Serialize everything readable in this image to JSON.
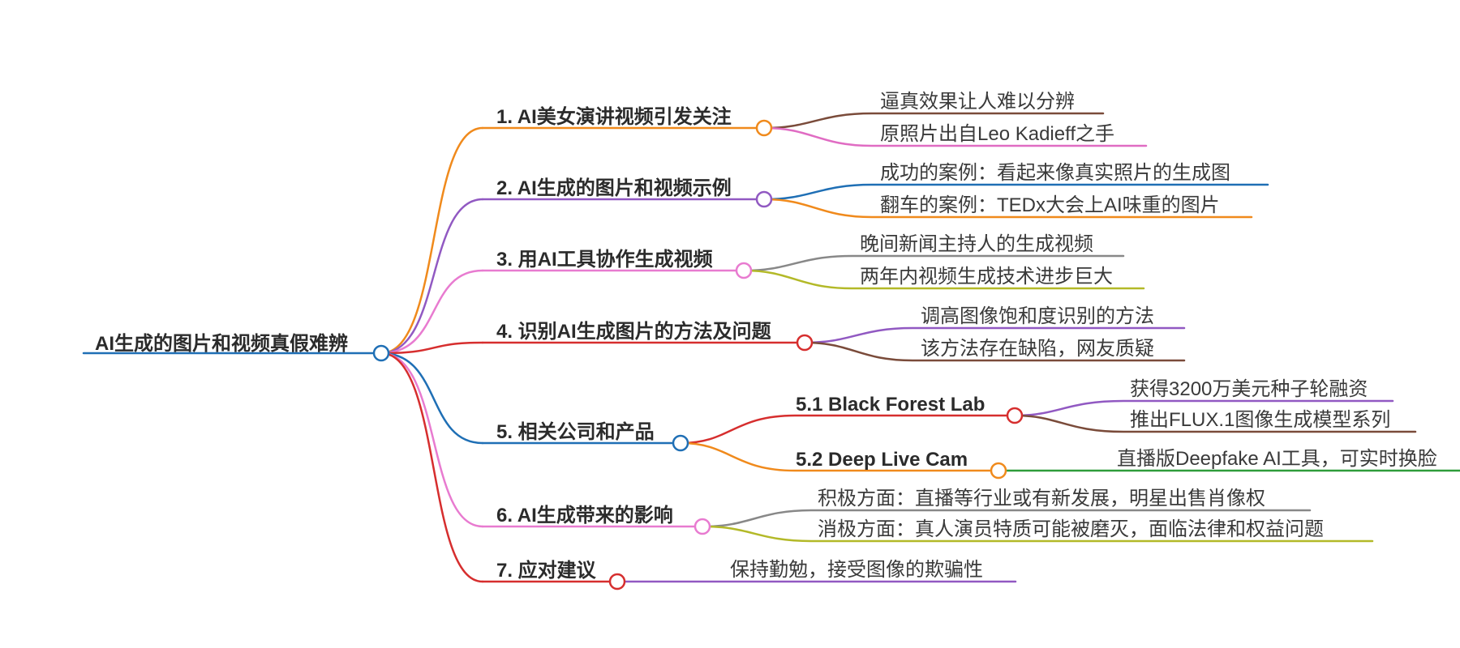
{
  "root": {
    "label": "AI生成的图片和视频真假难辨",
    "color": "#1f6fb5"
  },
  "branches": [
    {
      "label": "1. AI美女演讲视频引发关注",
      "color": "#f08a1c",
      "children": [
        {
          "label": "逼真效果让人难以分辨",
          "color": "#7a4b3a"
        },
        {
          "label": "原照片出自Leo Kadieff之手",
          "color": "#e06cc3"
        }
      ]
    },
    {
      "label": "2. AI生成的图片和视频示例",
      "color": "#9159c2",
      "children": [
        {
          "label": "成功的案例：看起来像真实照片的生成图",
          "color": "#1f6fb5"
        },
        {
          "label": "翻车的案例：TEDx大会上AI味重的图片",
          "color": "#f08a1c"
        }
      ]
    },
    {
      "label": "3. 用AI工具协作生成视频",
      "color": "#e87bd0",
      "children": [
        {
          "label": "晚间新闻主持人的生成视频",
          "color": "#888888"
        },
        {
          "label": "两年内视频生成技术进步巨大",
          "color": "#b3b928"
        }
      ]
    },
    {
      "label": "4. 识别AI生成图片的方法及问题",
      "color": "#d62e2e",
      "children": [
        {
          "label": "调高图像饱和度识别的方法",
          "color": "#9159c2"
        },
        {
          "label": "该方法存在缺陷，网友质疑",
          "color": "#7a4b3a"
        }
      ]
    },
    {
      "label": "5. 相关公司和产品",
      "color": "#1f6fb5",
      "children": [
        {
          "label": "5.1 Black Forest Lab",
          "color": "#d62e2e",
          "children": [
            {
              "label": "获得3200万美元种子轮融资",
              "color": "#9159c2"
            },
            {
              "label": "推出FLUX.1图像生成模型系列",
              "color": "#7a4b3a"
            }
          ]
        },
        {
          "label": "5.2 Deep Live Cam",
          "color": "#f08a1c",
          "children": [
            {
              "label": "直播版Deepfake AI工具，可实时换脸",
              "color": "#2e9c3a"
            }
          ]
        }
      ]
    },
    {
      "label": "6. AI生成带来的影响",
      "color": "#e87bd0",
      "children": [
        {
          "label": "积极方面：直播等行业或有新发展，明星出售肖像权",
          "color": "#888888"
        },
        {
          "label": "消极方面：真人演员特质可能被磨灭，面临法律和权益问题",
          "color": "#b3b928"
        }
      ]
    },
    {
      "label": "7. 应对建议",
      "color": "#d62e2e",
      "children": [
        {
          "label": "保持勤勉，接受图像的欺骗性",
          "color": "#9159c2"
        }
      ]
    }
  ]
}
